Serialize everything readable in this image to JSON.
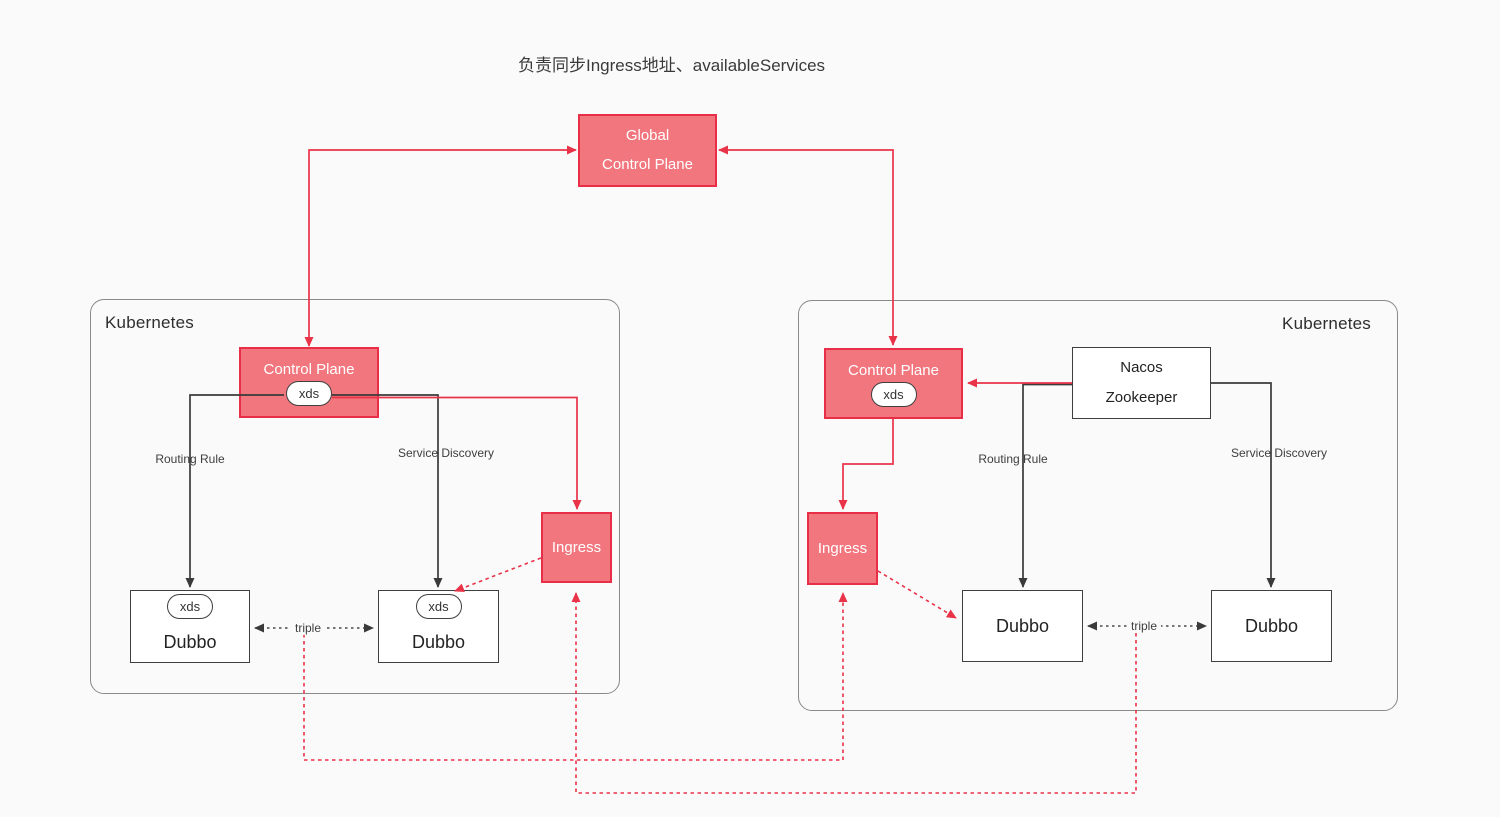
{
  "title": "负责同步Ingress地址、availableServices",
  "colors": {
    "background": "#fafafa",
    "accent_fill": "#f1767e",
    "accent_border": "#e82f47",
    "accent_line": "#e93349",
    "dark_line": "#3a3a3a",
    "cluster_border": "#8a8a8a"
  },
  "global_control_plane": {
    "line1": "Global",
    "line2": "Control Plane"
  },
  "left_cluster": {
    "label": "Kubernetes",
    "control_plane": {
      "label": "Control Plane",
      "badge": "xds"
    },
    "ingress": {
      "label": "Ingress"
    },
    "dubbo_a": {
      "label": "Dubbo",
      "badge": "xds"
    },
    "dubbo_b": {
      "label": "Dubbo",
      "badge": "xds"
    },
    "edge_labels": {
      "routing_rule": "Routing Rule",
      "service_discovery": "Service Discovery",
      "triple": "triple"
    }
  },
  "right_cluster": {
    "label": "Kubernetes",
    "control_plane": {
      "label": "Control Plane",
      "badge": "xds"
    },
    "registry": {
      "line1": "Nacos",
      "line2": "Zookeeper"
    },
    "ingress": {
      "label": "Ingress"
    },
    "dubbo_a": {
      "label": "Dubbo"
    },
    "dubbo_b": {
      "label": "Dubbo"
    },
    "edge_labels": {
      "routing_rule": "Routing Rule",
      "service_discovery": "Service Discovery",
      "triple": "triple"
    }
  }
}
